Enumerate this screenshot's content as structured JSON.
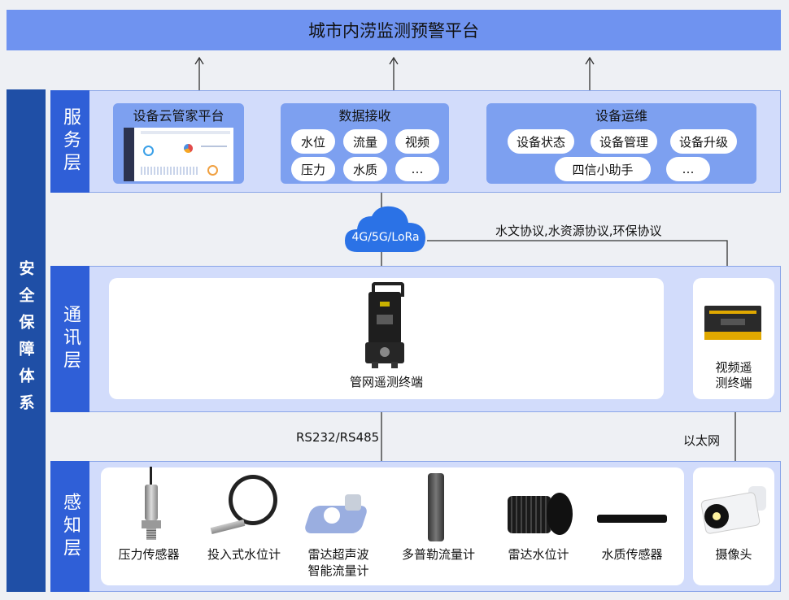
{
  "header": {
    "title": "城市内涝监测预警平台"
  },
  "sidebar": {
    "label": "安全保障体系"
  },
  "layers": {
    "service": {
      "label": "服务层"
    },
    "comm": {
      "label": "通讯层"
    },
    "sense": {
      "label": "感知层"
    }
  },
  "service": {
    "cloud": {
      "title": "设备云管家平台"
    },
    "data": {
      "title": "数据接收",
      "items": [
        "水位",
        "流量",
        "视频",
        "压力",
        "水质",
        "…"
      ]
    },
    "ops": {
      "title": "设备运维",
      "items": [
        "设备状态",
        "设备管理",
        "设备升级",
        "四信小助手",
        "…"
      ]
    }
  },
  "network": {
    "cloud_label": "4G/5G/LoRa",
    "protocols": "水文协议,水资源协议,环保协议"
  },
  "comm": {
    "terminal": "管网遥测终端",
    "video_terminal": [
      "视频遥",
      "测终端"
    ]
  },
  "links": {
    "rs": "RS232/RS485",
    "ethernet": "以太网"
  },
  "sensors": [
    {
      "label": "压力传感器"
    },
    {
      "label": "投入式水位计"
    },
    {
      "label": "雷达超声波\n智能流量计"
    },
    {
      "label": "多普勒流量计"
    },
    {
      "label": "雷达水位计"
    },
    {
      "label": "水质传感器"
    }
  ],
  "camera": {
    "label": "摄像头"
  },
  "colors": {
    "title_bar": "#6f93f0",
    "side_bar": "#1f4fa6",
    "layer_label": "#2f5fd7",
    "layer_bg": "#d2dcfb",
    "panel": "#7da0f0"
  }
}
